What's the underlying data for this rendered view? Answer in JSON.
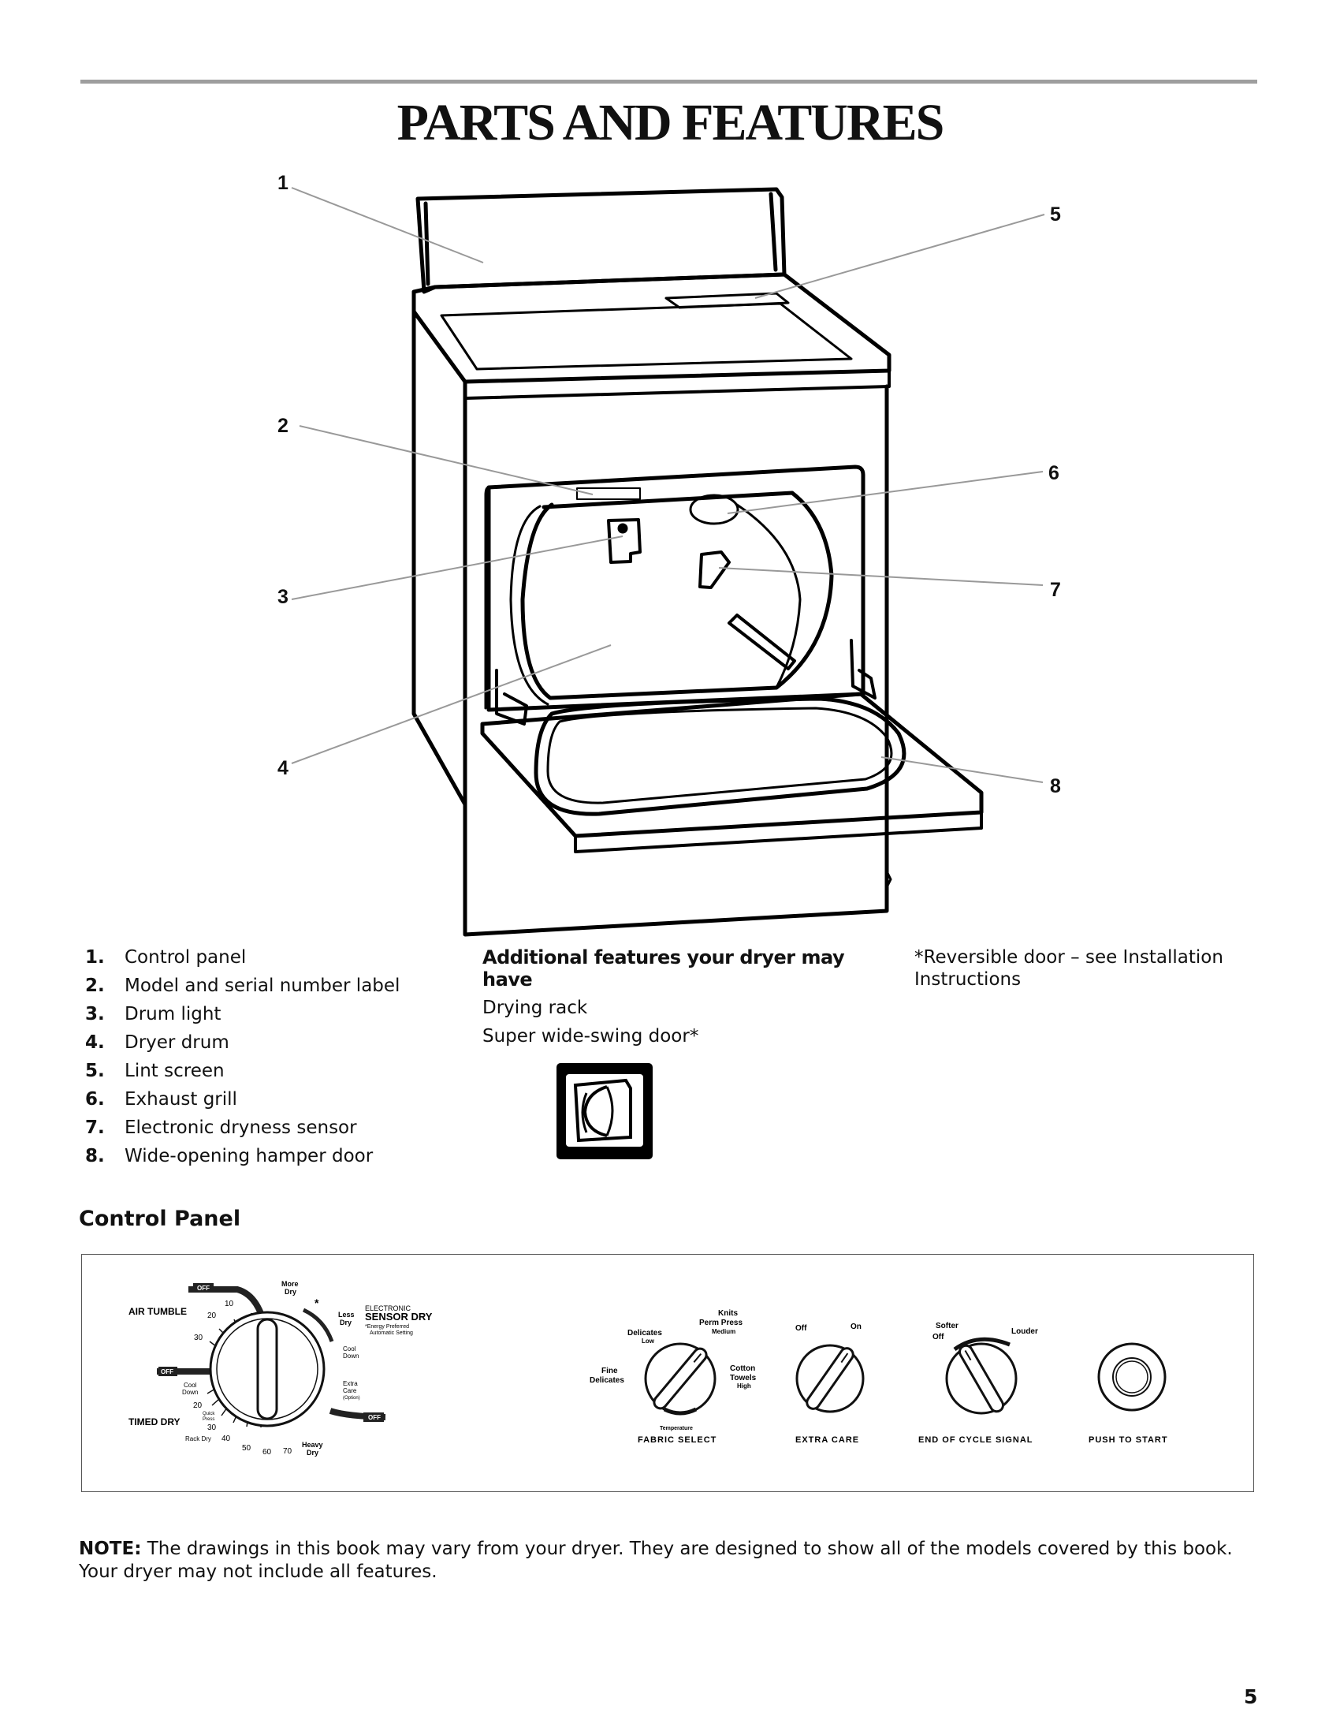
{
  "title": "PARTS AND FEATURES",
  "callouts": [
    "1",
    "2",
    "3",
    "4",
    "5",
    "6",
    "7",
    "8"
  ],
  "parts": [
    {
      "num": "1.",
      "label": "Control panel"
    },
    {
      "num": "2.",
      "label": "Model and serial number label"
    },
    {
      "num": "3.",
      "label": "Drum light"
    },
    {
      "num": "4.",
      "label": "Dryer drum"
    },
    {
      "num": "5.",
      "label": "Lint screen"
    },
    {
      "num": "6.",
      "label": "Exhaust grill"
    },
    {
      "num": "7.",
      "label": "Electronic dryness sensor"
    },
    {
      "num": "8.",
      "label": "Wide-opening hamper door"
    }
  ],
  "additional": {
    "heading": "Additional features your dryer may have",
    "items": [
      "Drying rack",
      "Super wide-swing door*"
    ]
  },
  "reversible_note": "*Reversible door – see Installation Instructions",
  "control_panel": {
    "heading": "Control Panel",
    "timer": {
      "air_tumble": "AIR TUMBLE",
      "timed_dry": "TIMED DRY",
      "off": "OFF",
      "electronic": "ELECTRONIC",
      "sensor_dry": "SENSOR DRY",
      "energy_note_1": "*Energy Preferred",
      "energy_note_2": "Automatic Setting",
      "star": "*",
      "more_dry_1": "More",
      "more_dry_2": "Dry",
      "less_dry_1": "Less",
      "less_dry_2": "Dry",
      "cool_down_1": "Cool",
      "cool_down_2": "Down",
      "extra_care_1": "Extra",
      "extra_care_2": "Care",
      "extra_care_3": "(Option)",
      "quick_press_1": "Quick",
      "quick_press_2": "Press",
      "rack_dry": "Rack Dry",
      "heavy_dry_1": "Heavy",
      "heavy_dry_2": "Dry",
      "ticks_air": [
        "10",
        "20",
        "30"
      ],
      "ticks_timed": [
        "20",
        "30",
        "40",
        "50",
        "60",
        "70"
      ]
    },
    "fabric": {
      "label": "FABRIC SELECT",
      "temperature": "Temperature",
      "delicates": "Delicates",
      "low": "Low",
      "knits_1": "Knits",
      "knits_2": "Perm Press",
      "medium": "Medium",
      "fine_1": "Fine",
      "fine_2": "Delicates",
      "cotton_1": "Cotton",
      "cotton_2": "Towels",
      "high": "High"
    },
    "extra_care": {
      "label": "EXTRA CARE",
      "off": "Off",
      "on": "On"
    },
    "end_signal": {
      "label": "END OF CYCLE SIGNAL",
      "softer": "Softer",
      "off": "Off",
      "louder": "Louder"
    },
    "start": {
      "label": "PUSH TO START"
    }
  },
  "note": {
    "bold": "NOTE:",
    "text": " The drawings in this book may vary from your dryer. They are designed to show all of the models covered by this book. Your dryer may not include all features."
  },
  "page_number": "5"
}
